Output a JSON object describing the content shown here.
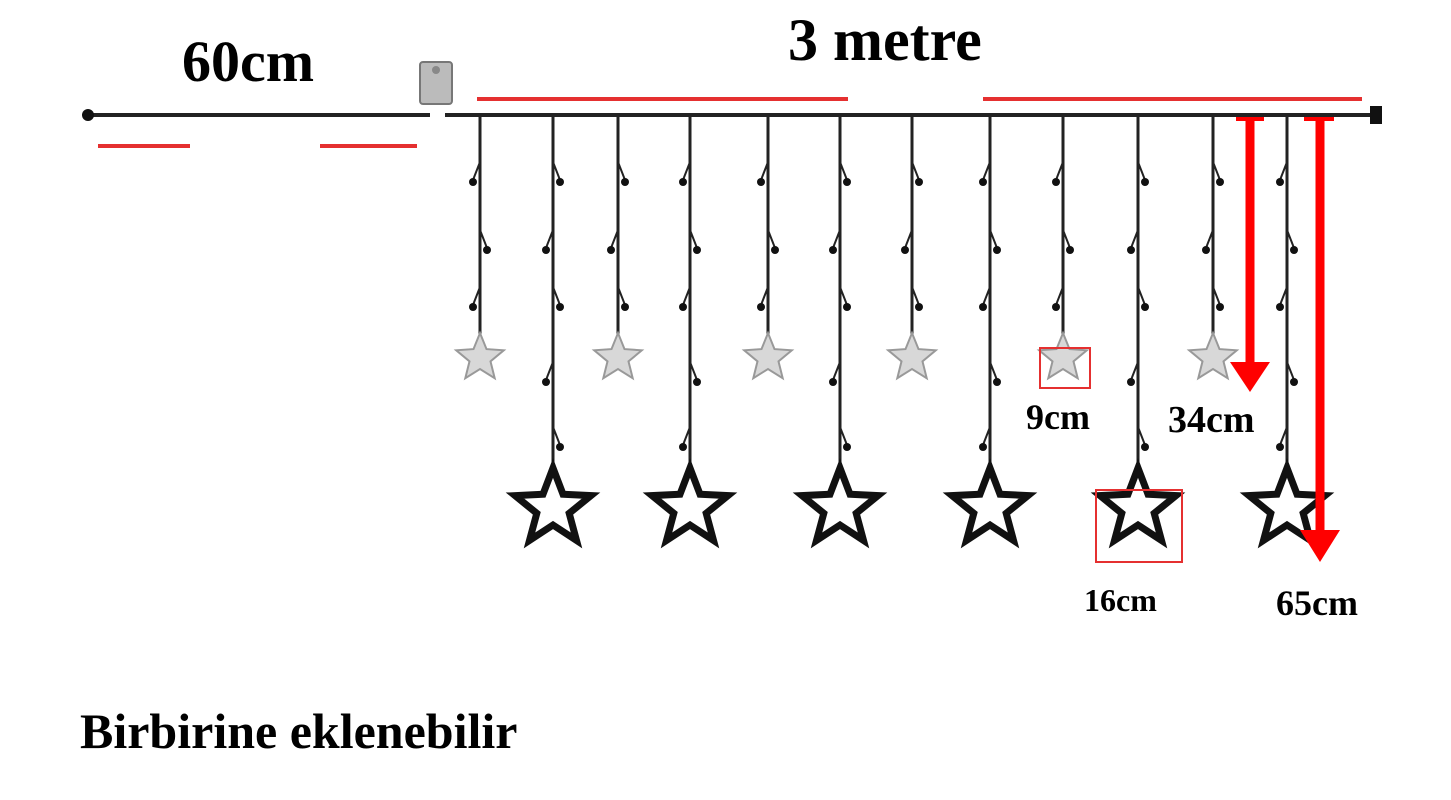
{
  "labels": {
    "lead_cable": "60cm",
    "curtain_width": "3 metre",
    "small_star_size": "9cm",
    "short_strand_length": "34cm",
    "large_star_size": "16cm",
    "long_strand_length": "65cm",
    "footer": "Birbirine eklenebilir"
  },
  "colors": {
    "accent": "#ff0000",
    "cable": "#222222",
    "small_star": "#bbbbbb"
  }
}
